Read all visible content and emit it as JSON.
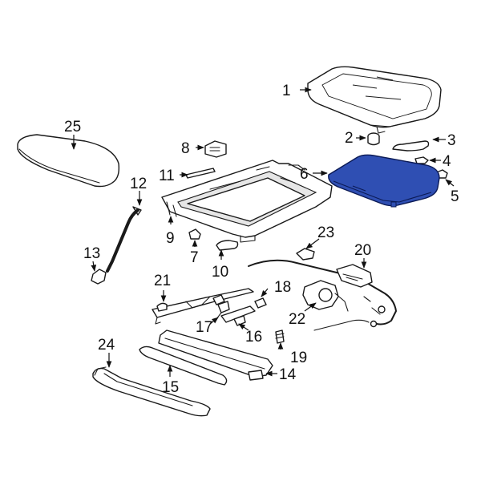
{
  "diagram": {
    "highlight_color": "#2f4fb3",
    "highlighted_part": "6",
    "callouts": [
      "1",
      "2",
      "3",
      "4",
      "5",
      "6",
      "7",
      "8",
      "9",
      "10",
      "11",
      "12",
      "13",
      "14",
      "15",
      "16",
      "17",
      "18",
      "19",
      "20",
      "21",
      "22",
      "23",
      "24",
      "25"
    ]
  }
}
